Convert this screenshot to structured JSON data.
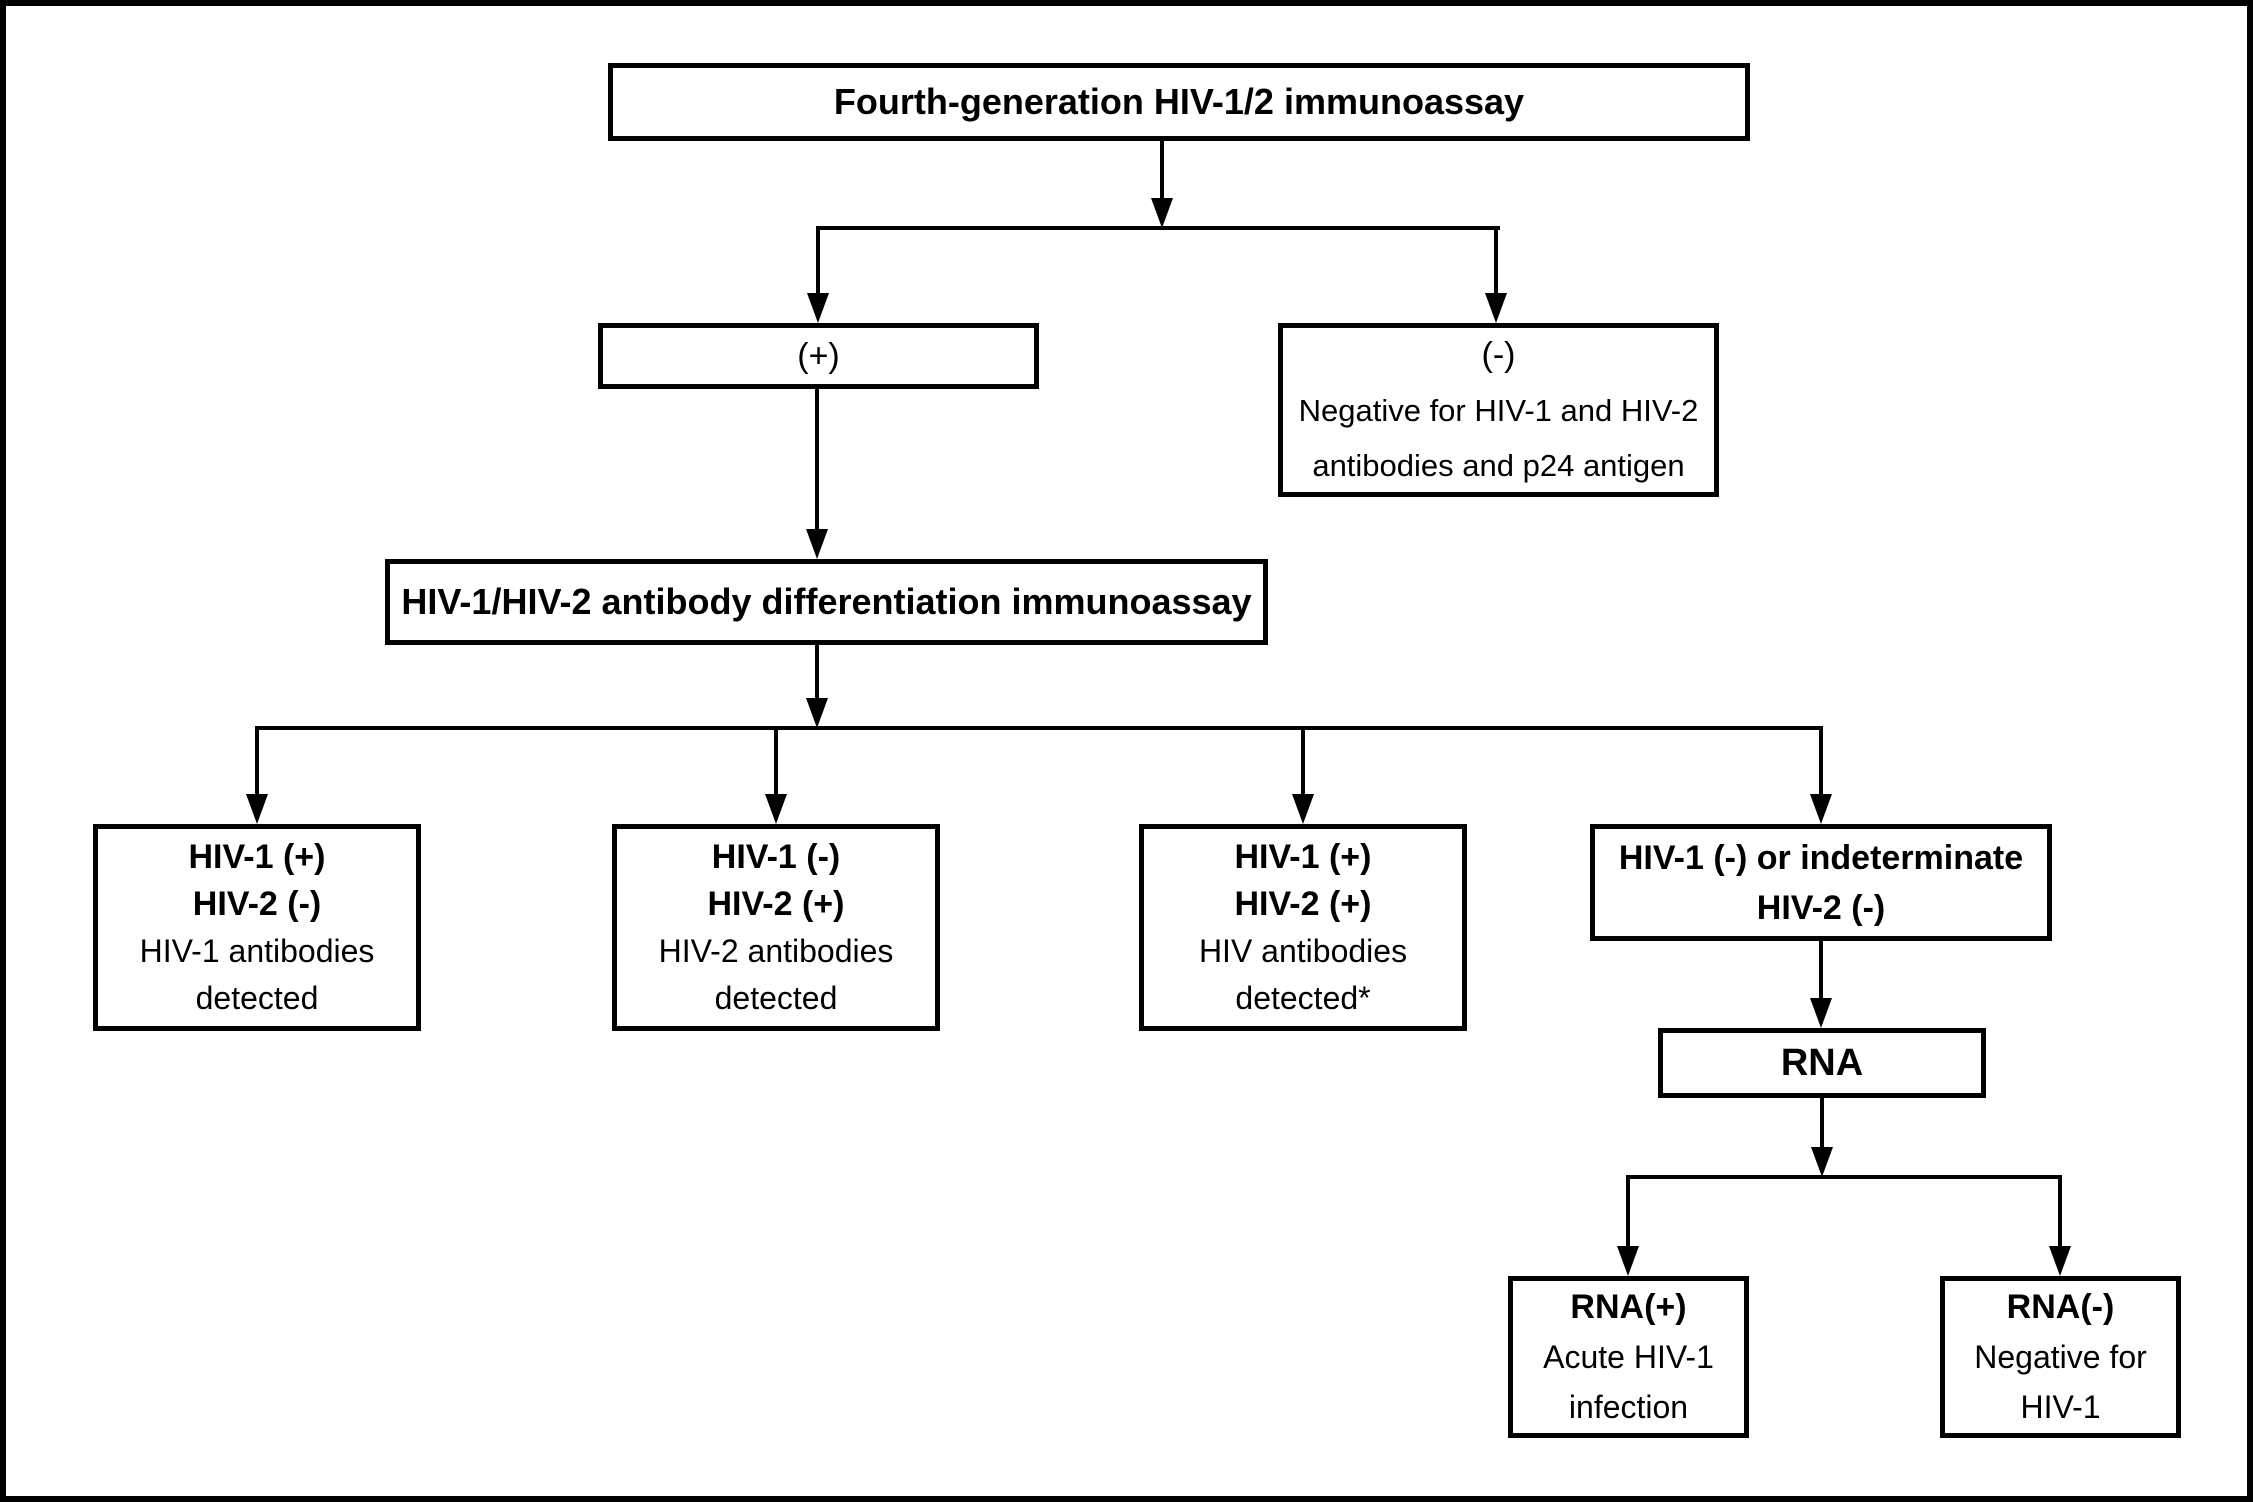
{
  "figure": {
    "title": "HIV testing algorithm flowchart",
    "colors": {
      "background": "#ffffff",
      "line": "#000000",
      "text": "#000000"
    }
  },
  "nodes": {
    "fourth_gen": {
      "lines": [
        "Fourth-generation HIV-1/2 immunoassay"
      ]
    },
    "positive": {
      "lines": [
        "(+)"
      ]
    },
    "negative": {
      "lines": [
        "(-)",
        "Negative for HIV-1 and HIV-2",
        "antibodies and p24 antigen"
      ]
    },
    "differentiation": {
      "lines": [
        "HIV-1/HIV-2 antibody differentiation immunoassay"
      ]
    },
    "hiv1_pos_hiv2_neg": {
      "lines": [
        "HIV-1 (+)",
        "HIV-2 (-)",
        "HIV-1 antibodies",
        "detected"
      ]
    },
    "hiv1_neg_hiv2_pos": {
      "lines": [
        "HIV-1 (-)",
        "HIV-2 (+)",
        "HIV-2 antibodies",
        "detected"
      ]
    },
    "hiv1_pos_hiv2_pos": {
      "lines": [
        "HIV-1 (+)",
        "HIV-2 (+)",
        "HIV antibodies",
        "detected*"
      ]
    },
    "hiv1_neg_or_indeterminate": {
      "lines": [
        "HIV-1 (-) or indeterminate",
        "HIV-2 (-)"
      ]
    },
    "rna": {
      "lines": [
        "RNA"
      ]
    },
    "rna_pos": {
      "lines": [
        "RNA(+)",
        "Acute HIV-1",
        "infection"
      ]
    },
    "rna_neg": {
      "lines": [
        "RNA(-)",
        "Negative for",
        "HIV-1"
      ]
    }
  }
}
